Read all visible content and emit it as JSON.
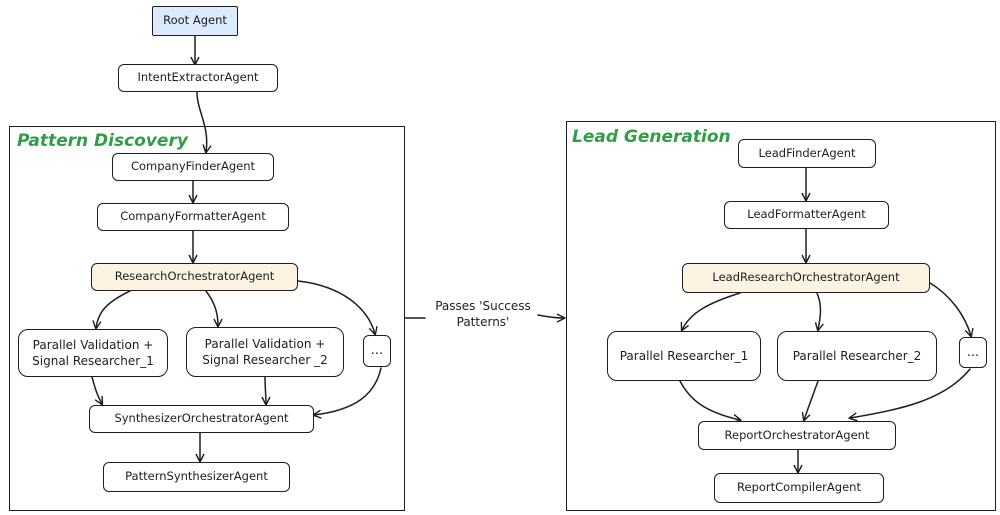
{
  "panels": {
    "pattern_discovery": "Pattern Discovery",
    "lead_generation": "Lead Generation"
  },
  "nodes": {
    "root": "Root Agent",
    "intent": "IntentExtractorAgent",
    "company_finder": "CompanyFinderAgent",
    "company_formatter": "CompanyFormatterAgent",
    "research_orch": "ResearchOrchestratorAgent",
    "pv1": "Parallel Validation +\nSignal Researcher_1",
    "pv2": "Parallel Validation +\nSignal Researcher _2",
    "pd_more": "...",
    "synth_orch": "SynthesizerOrchestratorAgent",
    "pattern_synth": "PatternSynthesizerAgent",
    "lead_finder": "LeadFinderAgent",
    "lead_formatter": "LeadFormatterAgent",
    "lead_research_orch": "LeadResearchOrchestratorAgent",
    "pr1": "Parallel Researcher_1",
    "pr2": "Parallel Researcher_2",
    "lg_more": "...",
    "report_orch": "ReportOrchestratorAgent",
    "report_compiler": "ReportCompilerAgent"
  },
  "edge_labels": {
    "passes": "Passes 'Success\nPatterns'"
  },
  "colors": {
    "panel_title": "#2f9e44",
    "root_fill": "#dbeafe",
    "orchestrator_fill": "#fcf3e3",
    "stroke": "#1e1e1e"
  }
}
